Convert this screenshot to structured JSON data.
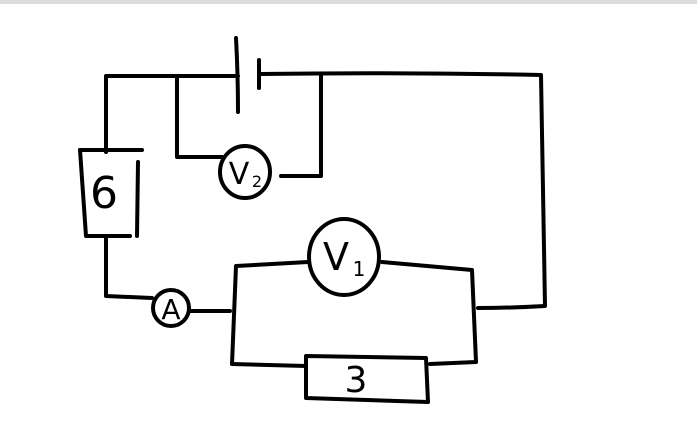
{
  "diagram": {
    "resistor_left": {
      "label": "6"
    },
    "resistor_bottom": {
      "label": "3"
    },
    "voltmeter_1": {
      "letter": "V",
      "index": "1"
    },
    "voltmeter_2": {
      "letter": "V",
      "index": "2"
    },
    "ammeter": {
      "letter": "A"
    }
  }
}
